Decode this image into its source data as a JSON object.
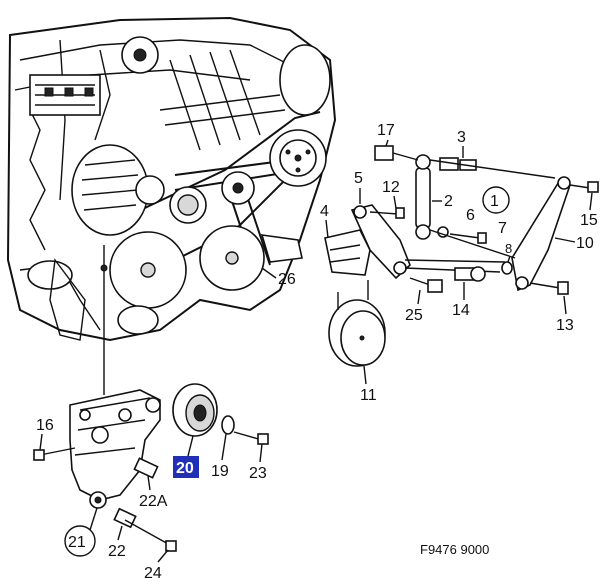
{
  "figure_code": "F9476 9000",
  "callouts": {
    "c1": "1",
    "c2": "2",
    "c3": "3",
    "c4": "4",
    "c5": "5",
    "c6": "6",
    "c7": "7",
    "c8": "8",
    "c10": "10",
    "c11": "11",
    "c12": "12",
    "c13": "13",
    "c14": "14",
    "c15": "15",
    "c16": "16",
    "c17": "17",
    "c19": "19",
    "c20": "20",
    "c21": "21",
    "c22": "22",
    "c22a": "22A",
    "c23": "23",
    "c24": "24",
    "c25": "25",
    "c26": "26"
  },
  "colors": {
    "highlight": "#1f2fb8",
    "ink": "#111111"
  }
}
